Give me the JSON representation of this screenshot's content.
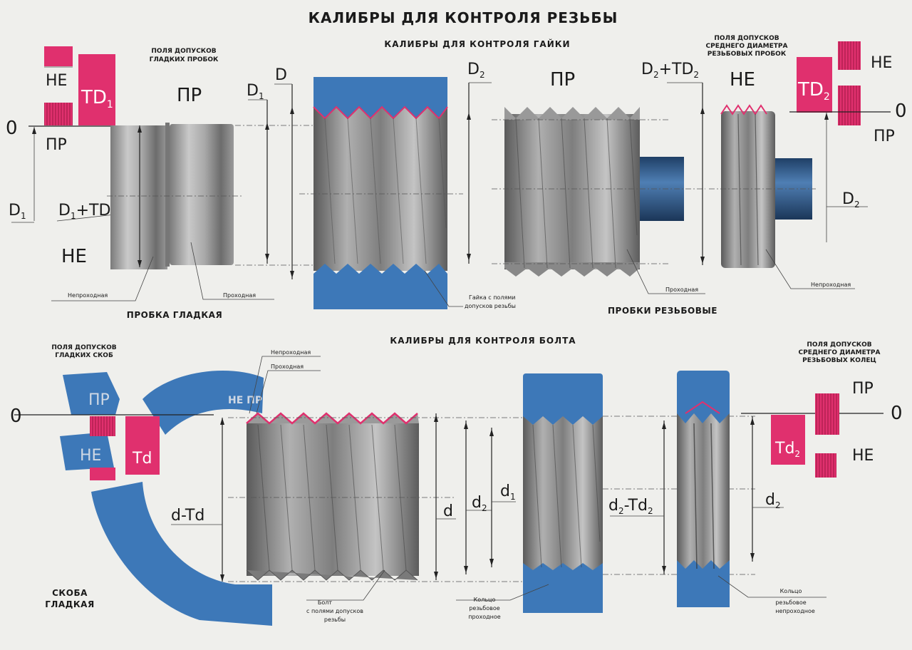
{
  "title": "КАЛИБРЫ ДЛЯ КОНТРОЛЯ РЕЗЬБЫ",
  "top": {
    "subtitle": "КАЛИБРЫ ДЛЯ КОНТРОЛЯ ГАЙКИ",
    "smooth_plug_zones": [
      "ПОЛЯ ДОПУСКОВ",
      "ГЛАДКИХ ПРОБОК"
    ],
    "thread_plug_zones": [
      "ПОЛЯ ДОПУСКОВ",
      "СРЕДНЕГО ДИАМЕТРА",
      "РЕЗЬБОВЫХ ПРОБОК"
    ],
    "ne_left": "НЕ",
    "td1": "TD",
    "td1_sub": "1",
    "zero_left": "0",
    "pr_left": "ПР",
    "d1_left": "D",
    "d1_left_sub": "1",
    "d1td1": "D",
    "d1td1_sub1": "1",
    "d1td1_plus": "+TD",
    "d1td1_sub2": "1",
    "ne_left2": "НЕ",
    "pr_plug": "ПР",
    "d1_mid": "D",
    "d1_mid_sub": "1",
    "d_mid": "D",
    "d2_mid": "D",
    "d2_mid_sub": "2",
    "pr_thread": "ПР",
    "d2td2": "D",
    "d2td2_sub1": "2",
    "d2td2_plus": "+TD",
    "d2td2_sub2": "2",
    "ne_thread": "НЕ",
    "ne_right": "НЕ",
    "td2": "TD",
    "td2_sub": "2",
    "zero_right": "0",
    "pr_right": "ПР",
    "d2_right": "D",
    "d2_right_sub": "2",
    "label_nonpass": "Непроходная",
    "label_pass": "Проходная",
    "label_nut": [
      "Гайка с полями",
      "допусков резьбы"
    ],
    "label_thread_pass": "Проходная",
    "label_thread_nonpass": "Непроходная",
    "caption_smooth": "ПРОБКА ГЛАДКАЯ",
    "caption_thread": "ПРОБКИ РЕЗЬБОВЫЕ"
  },
  "bottom": {
    "subtitle": "КАЛИБРЫ ДЛЯ КОНТРОЛЯ БОЛТА",
    "smooth_gauge_zones": [
      "ПОЛЯ ДОПУСКОВ",
      "ГЛАДКИХ СКОБ"
    ],
    "ring_zones": [
      "ПОЛЯ ДОПУСКОВ",
      "СРЕДНЕГО ДИАМЕТРА",
      "РЕЗЬБОВЫХ КОЛЕЦ"
    ],
    "zero_left": "0",
    "pr_stamp": "ПР",
    "ne_stamp": "НЕ",
    "td": "Td",
    "ne_pr_stamp": "НЕ ПР",
    "label_nonpass": "Непроходная",
    "label_pass": "Проходная",
    "d_td": "d-Td",
    "d": "d",
    "d2": "d",
    "d2_sub": "2",
    "d1": "d",
    "d1_sub": "1",
    "d2td2": "d",
    "d2td2_sub1": "2",
    "d2td2_minus": "-Td",
    "d2td2_sub2": "2",
    "d2_right": "d",
    "d2_right_sub": "2",
    "td2": "Td",
    "td2_sub": "2",
    "pr_right": "ПР",
    "zero_right": "0",
    "ne_right": "НЕ",
    "caption_gauge": [
      "СКОБА",
      "ГЛАДКАЯ"
    ],
    "label_bolt": [
      "Болт",
      "с полями допусков",
      "резьбы"
    ],
    "label_ring_pass": [
      "Кольцо",
      "резьбовое",
      "проходное"
    ],
    "label_ring_nonpass": [
      "Кольцо",
      "резьбовое",
      "непроходное"
    ]
  },
  "colors": {
    "blue": "#3d78b8",
    "pink": "#e0306e",
    "steel": "#8a8a8a",
    "paper": "#efefec"
  }
}
